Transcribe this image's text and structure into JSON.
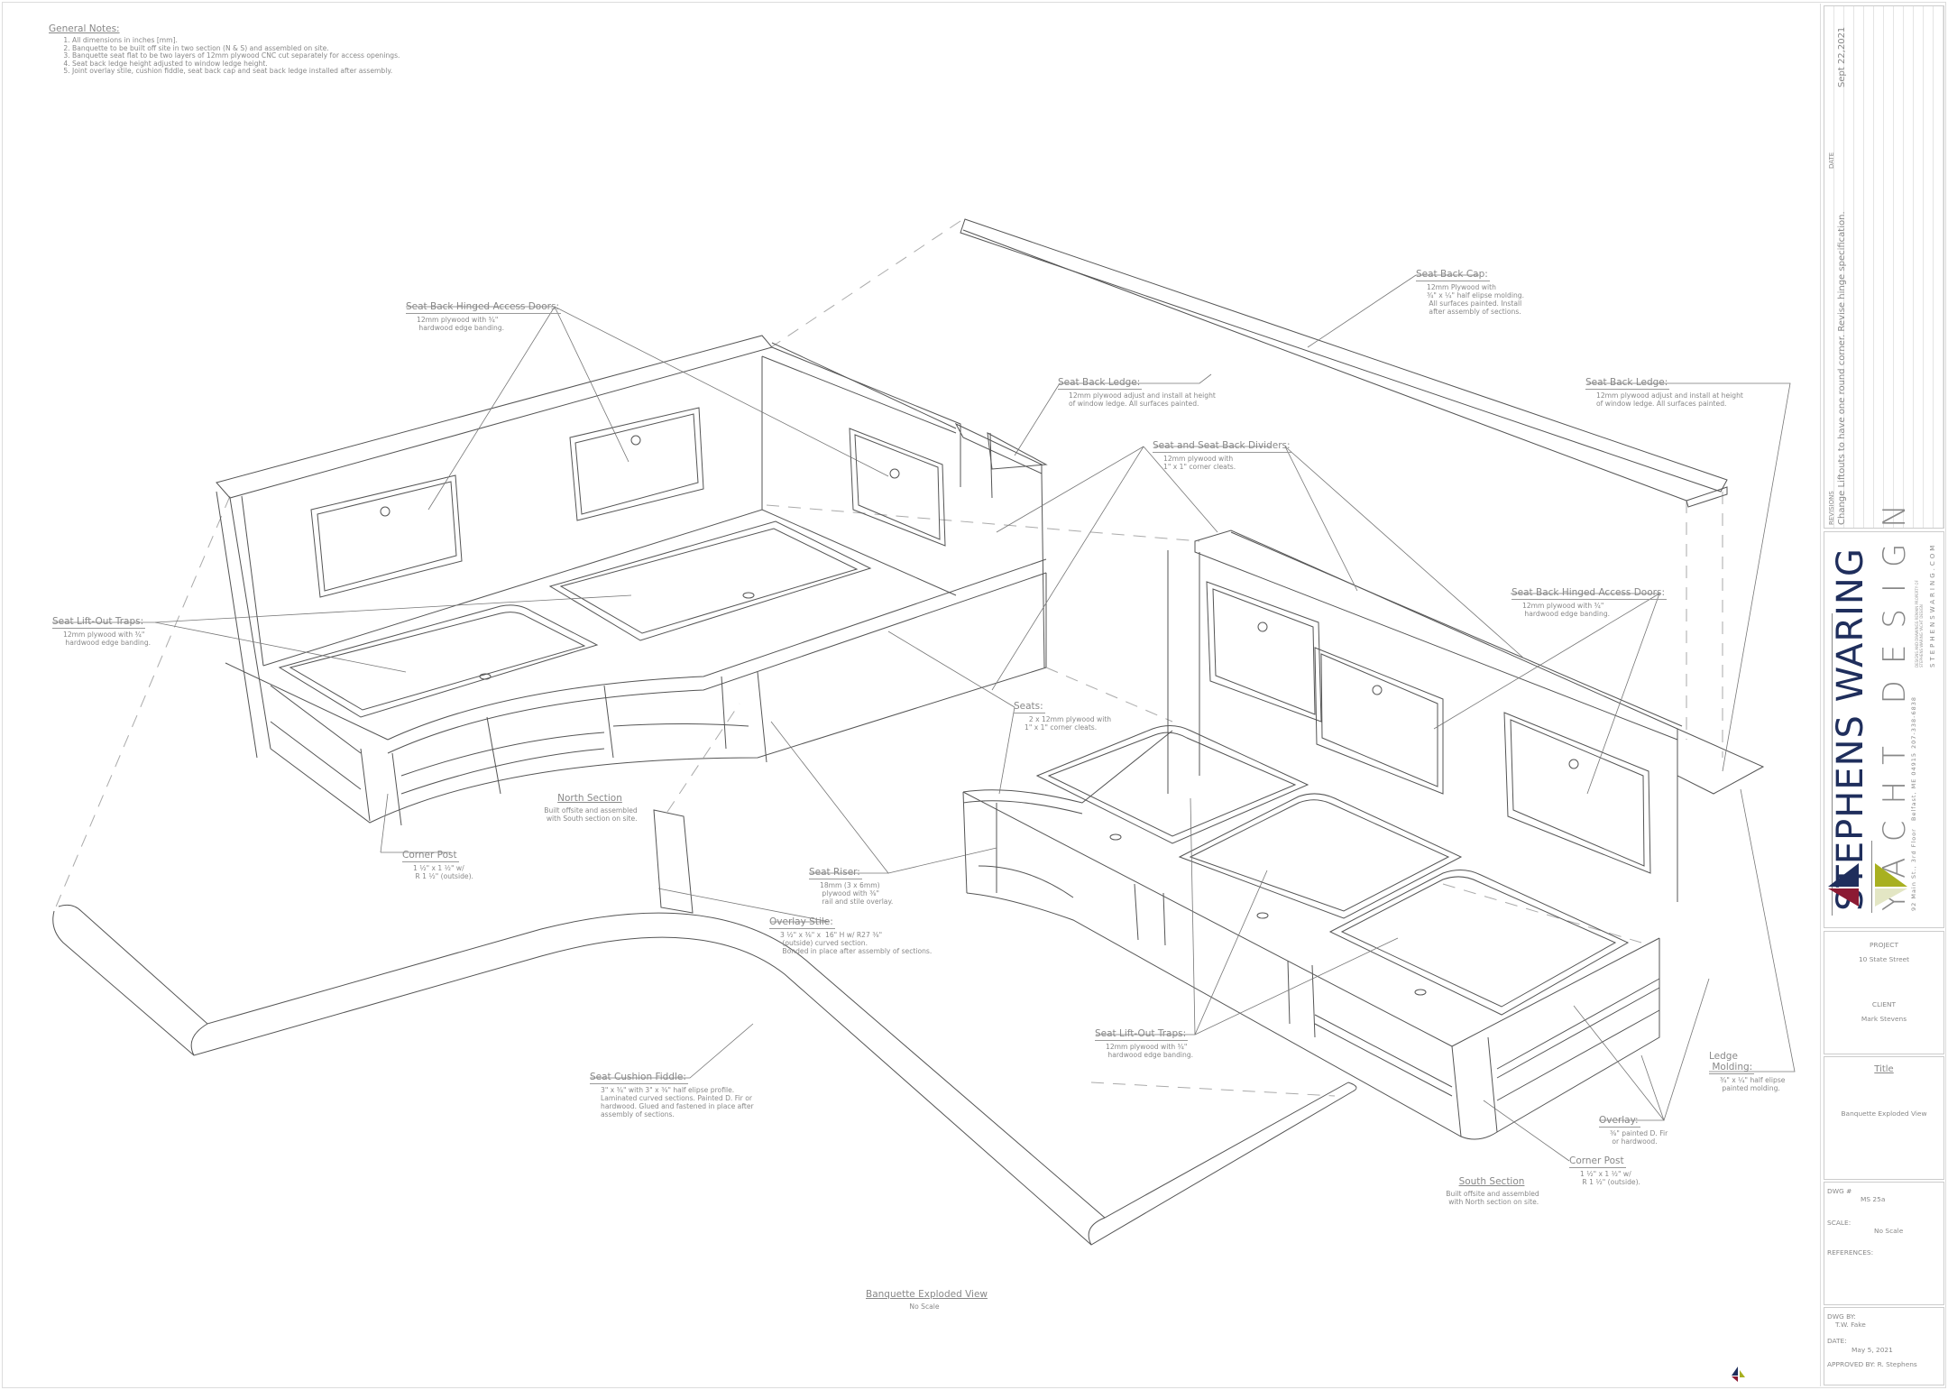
{
  "general_notes": {
    "title": "General Notes:",
    "items": [
      "All dimensions in inches [mm].",
      "Banquette to be built off site in two section (N & S) and assembled on site.",
      "Banquette seat flat to be two layers of 12mm plywood CNC cut separately for access openings.",
      "Seat back ledge height adjusted to window ledge height.",
      "Joint overlay stile, cushion fiddle, seat back cap and seat back ledge installed after assembly."
    ]
  },
  "callouts": {
    "north_doors": {
      "title": "Seat Back Hinged Access Doors:",
      "body": "12mm plywood with ¾\"\n hardwood edge banding."
    },
    "north_traps": {
      "title": "Seat Lift-Out Traps:",
      "body": "12mm plywood with ¾\"\n hardwood edge banding."
    },
    "north_ledge": {
      "title": "Seat Back Ledge:",
      "body": "12mm plywood adjust and install at height\nof window ledge. All surfaces painted."
    },
    "cap": {
      "title": "Seat Back Cap:",
      "body": "12mm Plywood with\n¾\" x ¼\" half elipse molding.\n All surfaces painted. Install\n after assembly of sections."
    },
    "south_ledge": {
      "title": "Seat Back Ledge:",
      "body": "12mm plywood adjust and install at height\nof window ledge. All surfaces painted."
    },
    "dividers": {
      "title": "Seat and Seat Back Dividers:",
      "body": "12mm plywood with\n1\" x 1\" corner cleats."
    },
    "south_doors": {
      "title": "Seat Back Hinged Access Doors:",
      "body": "12mm plywood with ¾\"\n hardwood edge banding."
    },
    "seats": {
      "title": "Seats:",
      "body": "  2 x 12mm plywood with\n1\" x 1\" corner cleats."
    },
    "north_corner_post": {
      "title": "Corner Post",
      "body": "1 ½\" x 1 ½\" w/\n R 1 ½\" (outside)."
    },
    "seat_riser": {
      "title": "Seat Riser:",
      "body": "18mm (3 x 6mm)\n plywood with ⅜\"\n rail and stile overlay."
    },
    "overlay_stile": {
      "title": "Overlay Stile:",
      "body": "3 ½\" x ⅜\" x  16\" H w/ R27 ⅜\"\n (outside) curved section.\n Bonded in place after assembly of sections."
    },
    "fiddle": {
      "title": "Seat Cushion Fiddle:",
      "body": "3\" x ¾\" with 3\" x ⅜\" half elipse profile.\nLaminated curved sections. Painted D. Fir or\nhardwood. Glued and fastened in place after\nassembly of sections."
    },
    "south_traps": {
      "title": "Seat Lift-Out Traps:",
      "body": "12mm plywood with ¾\"\n hardwood edge banding."
    },
    "overlay": {
      "title": "Overlay:",
      "body": "⅜\" painted D. Fir\n or hardwood."
    },
    "south_corner_post": {
      "title": "Corner Post",
      "body": "1 ½\" x 1 ½\" w/\n R 1 ½\" (outside)."
    },
    "ledge_molding": {
      "title": "Ledge\n Molding:",
      "body": "¾\" x ¼\" half elipse\n painted molding."
    }
  },
  "sections": {
    "north": {
      "title": "North Section",
      "body": "Built offsite and assembled\n with South section on site."
    },
    "south": {
      "title": "South Section",
      "body": "Built offsite and assembled\n with North section on site."
    }
  },
  "view_caption": {
    "title": "Banquette Exploded View",
    "scale": "No Scale"
  },
  "title_block": {
    "revisions_label": "REVISIONS",
    "revision_text": "Change Liftouts to have one round corner. Revise hinge specification.",
    "date_label": "DATE",
    "revision_date": "Sept 22,2021",
    "logo": {
      "name": "STEPHENS WARING",
      "tagline": "YACHT DESIGN",
      "address": "92 Main St., 3rd Floor",
      "city": "Belfast, ME 04915",
      "phone": "207-338-6838",
      "rights": "DESIGNS AND DRAWINGS REMAIN PROPERTY OF\nSTEPHENS WARING YACHT DESIGN",
      "website": "STEPHENSWARING.COM",
      "colors": {
        "navy": "#1f2e5c",
        "maroon": "#8c1a33",
        "olive": "#a8b020",
        "pale": "#e3e6c4"
      }
    },
    "project_label": "PROJECT",
    "project": "10 State Street",
    "client_label": "CLIENT",
    "client": "Mark Stevens",
    "title_label": "Title",
    "title": "Banquette Exploded View",
    "dwg_label": "DWG #",
    "dwg": "MS 25a",
    "scale_label": "SCALE:",
    "scale": "No Scale",
    "references_label": "REFERENCES:",
    "drawn_by_label": "DWG BY:",
    "drawn_by": "T.W. Fake",
    "date_label2": "DATE:",
    "date": "May 5, 2021",
    "approved_label": "APPROVED BY:",
    "approved_by": "R. Stephens"
  }
}
